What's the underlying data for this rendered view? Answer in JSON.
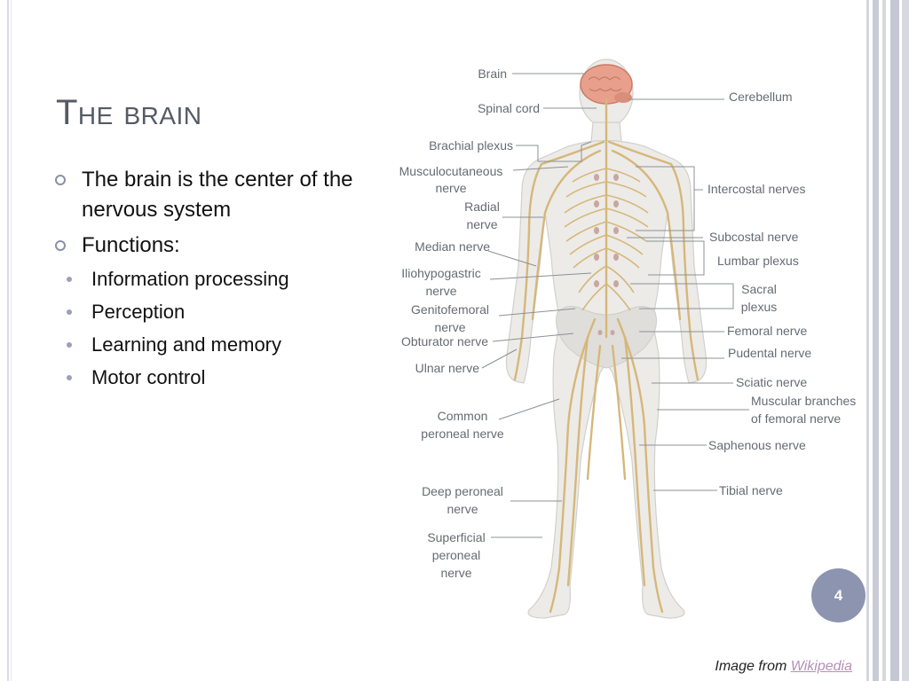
{
  "slide": {
    "title": "The brain",
    "bullets": [
      {
        "text": "The brain is the center of the nervous system",
        "sub": []
      },
      {
        "text": "Functions:",
        "sub": [
          "Information processing",
          "Perception",
          "Learning and memory",
          "Motor control"
        ]
      }
    ],
    "page_number": "4",
    "credit_prefix": "Image from",
    "credit_link": "Wikipedia"
  },
  "figure": {
    "left_labels": {
      "brain": "Brain",
      "spinal_cord": "Spinal cord",
      "brachial_plexus": "Brachial plexus",
      "musculocutaneous_1": "Musculocutaneous",
      "musculocutaneous_2": "nerve",
      "radial_1": "Radial",
      "radial_2": "nerve",
      "median": "Median nerve",
      "iliohypogastric_1": "Iliohypogastric",
      "iliohypogastric_2": "nerve",
      "genitofemoral_1": "Genitofemoral",
      "genitofemoral_2": "nerve",
      "obturator": "Obturator nerve",
      "ulnar": "Ulnar nerve",
      "common_peroneal_1": "Common",
      "common_peroneal_2": "peroneal nerve",
      "deep_peroneal_1": "Deep peroneal",
      "deep_peroneal_2": "nerve",
      "superficial_peroneal_1": "Superficial",
      "superficial_peroneal_2": "peroneal",
      "superficial_peroneal_3": "nerve"
    },
    "right_labels": {
      "cerebellum": "Cerebellum",
      "intercostal": "Intercostal nerves",
      "subcostal": "Subcostal nerve",
      "lumbar": "Lumbar plexus",
      "sacral_1": "Sacral",
      "sacral_2": "plexus",
      "femoral": "Femoral nerve",
      "pudental": "Pudental nerve",
      "sciatic": "Sciatic nerve",
      "muscular_1": "Muscular branches",
      "muscular_2": "of femoral nerve",
      "saphenous": "Saphenous nerve",
      "tibial": "Tibial nerve"
    },
    "colors": {
      "body": "#ecebe8",
      "nerve": "#d6b77a",
      "brain": "#e8a08c",
      "leader": "#8c9096"
    }
  }
}
